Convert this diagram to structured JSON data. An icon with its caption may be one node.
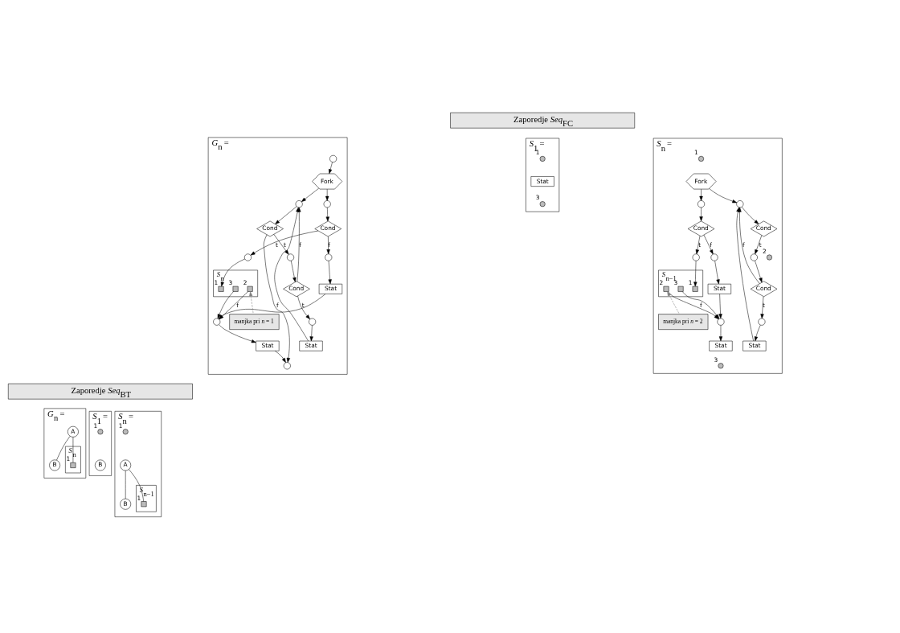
{
  "diagram": {
    "nodes": [
      {
        "text": [
          "Zaporedje *Seq*$_{FC}$"
        ]
      },
      {
        "text": [
          "*G*$_{n}$ ="
        ]
      },
      {
        "text": [],
        "shape": "circle",
        "in": 1
      },
      {
        "text": [
          "Fork"
        ],
        "in": 1
      },
      {
        "text": [],
        "shape": "circle",
        "in": 1
      },
      {
        "text": [],
        "shape": "circle",
        "in": 1
      },
      {
        "text": [
          "Cond"
        ],
        "in": 1
      },
      {
        "text": [],
        "shape": "circle",
        "in": 1
      },
      {
        "text": [
          "Cond"
        ],
        "in": 1
      },
      {
        "text": [],
        "shape": "circle",
        "in": 1
      },
      {
        "text": [
          "Stat"
        ],
        "in": 1
      },
      {
        "text": [
          "Cond"
        ],
        "in": 1
      },
      {
        "text": [],
        "shape": "circle",
        "in": 1
      },
      {
        "text": [],
        "shape": "circle",
        "in": 1
      },
      {
        "text": [
          "Stat"
        ],
        "in": 1
      },
      {
        "text": [
          "*S*$_{n}$"
        ],
        "in": 1
      },
      {
        "text": [],
        "shape": "box",
        "beside": [
          "1"
        ],
        "in": 15
      },
      {
        "text": [],
        "shape": "box",
        "beside": [
          "2"
        ],
        "in": 15
      },
      {
        "text": [],
        "shape": "box",
        "beside": [
          "3"
        ],
        "in": 15
      },
      {
        "text": [],
        "shape": "circle",
        "in": 1
      },
      {
        "text": [
          "Stat"
        ],
        "in": 1
      },
      {
        "text": [],
        "shape": "circle",
        "in": 1
      },
      {
        "text": [
          "manjka pri *n* = 1"
        ],
        "in": 1
      },
      {
        "text": [
          "*S*$_{1}$ ="
        ]
      },
      {
        "text": [],
        "shape": "circle",
        "beside": [
          "1"
        ],
        "in": 23
      },
      {
        "text": [
          "Stat"
        ],
        "in": 23
      },
      {
        "text": [],
        "shape": "circle",
        "beside": [
          "3"
        ],
        "in": 23
      },
      {
        "text": [
          "*S*$_{n}$ ="
        ]
      },
      {
        "text": [],
        "shape": "circle",
        "beside": [
          "1"
        ],
        "in": 27
      },
      {
        "text": [
          "Fork"
        ],
        "in": 27
      },
      {
        "text": [],
        "shape": "circle",
        "in": 27
      },
      {
        "text": [],
        "shape": "circle",
        "in": 27
      },
      {
        "text": [
          "Cond"
        ],
        "in": 27
      },
      {
        "text": [],
        "shape": "circle",
        "beside": [
          "2"
        ],
        "in": 27
      },
      {
        "text": [],
        "shape": "circle",
        "in": 27
      },
      {
        "text": [
          "Cond"
        ],
        "in": 27
      },
      {
        "text": [],
        "shape": "circle",
        "in": 27
      },
      {
        "text": [
          "Stat"
        ],
        "in": 27
      },
      {
        "text": [
          "Cond"
        ],
        "in": 27
      },
      {
        "text": [],
        "shape": "circle",
        "in": 27
      },
      {
        "text": [],
        "shape": "circle",
        "in": 27
      },
      {
        "text": [
          "Stat"
        ],
        "in": 27
      },
      {
        "text": [
          "*S*$_{n−1}$"
        ],
        "in": 27
      },
      {
        "text": [],
        "shape": "box",
        "beside": [
          "1"
        ],
        "in": 42
      },
      {
        "text": [],
        "shape": "box",
        "beside": [
          "2"
        ],
        "in": 42
      },
      {
        "text": [],
        "shape": "box",
        "beside": [
          "3"
        ],
        "in": 42
      },
      {
        "text": [],
        "shape": "circle",
        "in": 27
      },
      {
        "text": [
          "Stat"
        ],
        "in": 27
      },
      {
        "text": [],
        "shape": "circle",
        "beside": [
          "3"
        ],
        "in": 27
      },
      {
        "text": [
          "manjka pri *n* = 2"
        ],
        "in": 27
      },
      {
        "text": [
          "Zaporedje *Seq*$_{BT}$"
        ]
      },
      {
        "text": [
          "*G*$_{n}$ ="
        ]
      },
      {
        "text": [
          "A"
        ],
        "in": 51
      },
      {
        "text": [
          "B"
        ],
        "in": 51
      },
      {
        "text": [
          "*S*$_{n}$"
        ],
        "in": 51
      },
      {
        "text": [],
        "shape": "box",
        "beside": [
          "1"
        ],
        "in": 54
      },
      {
        "text": [
          "*S*$_{1}$ ="
        ]
      },
      {
        "text": [],
        "shape": "circle",
        "beside": [
          "1"
        ],
        "in": 56
      },
      {
        "text": [
          "B"
        ],
        "in": 56
      },
      {
        "text": [
          "*S*$_{n}$ ="
        ]
      },
      {
        "text": [],
        "shape": "circle",
        "beside": [
          "1"
        ],
        "in": 59
      },
      {
        "text": [
          "A"
        ],
        "in": 59
      },
      {
        "text": [
          "B"
        ],
        "in": 59
      },
      {
        "text": [
          "*S*$_{n−1}$"
        ],
        "in": 59
      },
      {
        "text": [],
        "shape": "box",
        "beside": [
          "1"
        ],
        "in": 63
      }
    ],
    "edges": [
      {
        "from": 2,
        "to": 3,
        "arrow": "to"
      },
      {
        "from": 3,
        "to": 4,
        "arrow": "to"
      },
      {
        "from": 3,
        "to": 5,
        "arrow": "to"
      },
      {
        "from": 4,
        "to": 6,
        "arrow": "to"
      },
      {
        "from": 6,
        "to": 7,
        "arrow": "to",
        "label": "t"
      },
      {
        "from": 6,
        "to": 21,
        "arrow": "to",
        "label": "f"
      },
      {
        "from": 7,
        "to": 8,
        "arrow": "to"
      },
      {
        "from": 8,
        "to": 9,
        "arrow": "to",
        "label": "t"
      },
      {
        "from": 9,
        "to": 10,
        "arrow": "to"
      },
      {
        "from": 8,
        "to": 4,
        "arrow": "to",
        "label": "f"
      },
      {
        "from": 10,
        "to": 4,
        "arrow": "to"
      },
      {
        "from": 5,
        "to": 11,
        "arrow": "to"
      },
      {
        "from": 11,
        "to": 12,
        "arrow": "to",
        "label": "f"
      },
      {
        "from": 11,
        "to": 13,
        "arrow": "to",
        "label": "t"
      },
      {
        "from": 13,
        "to": 16,
        "arrow": "to"
      },
      {
        "from": 12,
        "to": 14,
        "arrow": "to"
      },
      {
        "from": 14,
        "to": 19,
        "arrow": "to"
      },
      {
        "from": 17,
        "to": 19,
        "arrow": "to",
        "label": "f"
      },
      {
        "from": 18,
        "to": 19,
        "arrow": "to"
      },
      {
        "from": 19,
        "to": 20,
        "arrow": "to"
      },
      {
        "from": 20,
        "to": 21,
        "arrow": "to"
      },
      {
        "from": 22,
        "to": 17,
        "arrow": "to",
        "style": "dashed",
        "color": "#808080"
      },
      {
        "from": 29,
        "to": 30,
        "arrow": "to"
      },
      {
        "from": 29,
        "to": 31,
        "arrow": "to"
      },
      {
        "from": 30,
        "to": 32,
        "arrow": "to"
      },
      {
        "from": 32,
        "to": 34,
        "arrow": "to",
        "label": "t"
      },
      {
        "from": 34,
        "to": 35,
        "arrow": "to"
      },
      {
        "from": 35,
        "to": 36,
        "arrow": "to",
        "label": "t"
      },
      {
        "from": 36,
        "to": 37,
        "arrow": "to"
      },
      {
        "from": 35,
        "to": 30,
        "arrow": "to",
        "label": "f"
      },
      {
        "from": 37,
        "to": 30,
        "arrow": "to"
      },
      {
        "from": 31,
        "to": 38,
        "arrow": "to"
      },
      {
        "from": 38,
        "to": 39,
        "arrow": "to",
        "label": "f"
      },
      {
        "from": 38,
        "to": 40,
        "arrow": "to",
        "label": "t"
      },
      {
        "from": 40,
        "to": 43,
        "arrow": "to"
      },
      {
        "from": 39,
        "to": 41,
        "arrow": "to"
      },
      {
        "from": 41,
        "to": 46,
        "arrow": "to"
      },
      {
        "from": 44,
        "to": 46,
        "arrow": "to",
        "label": "f"
      },
      {
        "from": 45,
        "to": 46,
        "arrow": "to"
      },
      {
        "from": 46,
        "to": 47,
        "arrow": "to"
      },
      {
        "from": 49,
        "to": 44,
        "arrow": "to",
        "style": "dashed",
        "color": "#808080"
      },
      {
        "from": 52,
        "to": 53,
        "arrow": "none"
      },
      {
        "from": 52,
        "to": 55,
        "arrow": "none"
      },
      {
        "from": 61,
        "to": 62,
        "arrow": "none"
      },
      {
        "from": 61,
        "to": 64,
        "arrow": "none"
      }
    ]
  }
}
